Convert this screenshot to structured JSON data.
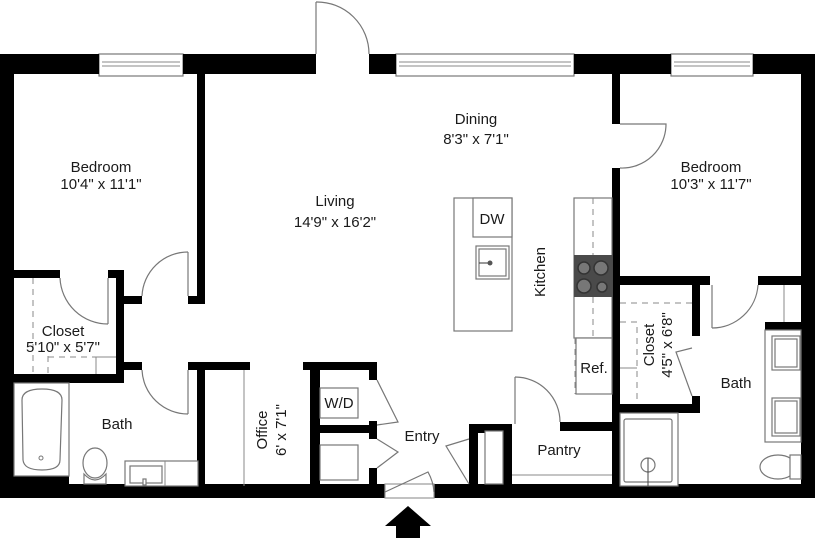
{
  "plan": {
    "rooms": {
      "bedroom_left": {
        "name": "Bedroom",
        "dims": "10'4\" x 11'1\""
      },
      "living": {
        "name": "Living",
        "dims": "14'9\" x 16'2\""
      },
      "dining": {
        "name": "Dining",
        "dims": "8'3\" x 7'1\""
      },
      "bedroom_right": {
        "name": "Bedroom",
        "dims": "10'3\" x 11'7\""
      },
      "closet_left": {
        "name": "Closet",
        "dims": "5'10\" x 5'7\""
      },
      "bath_left": {
        "name": "Bath"
      },
      "office": {
        "name": "Office",
        "dims": "6' x 7'1\""
      },
      "entry": {
        "name": "Entry"
      },
      "pantry": {
        "name": "Pantry"
      },
      "kitchen": {
        "name": "Kitchen"
      },
      "closet_right": {
        "name": "Closet",
        "dims": "4'5\" x 6'8\""
      },
      "bath_right": {
        "name": "Bath"
      }
    },
    "appliances": {
      "dishwasher": "DW",
      "washer_dryer": "W/D",
      "refrigerator": "Ref."
    },
    "entrance_marker": "entrance-arrow",
    "colors": {
      "wall": "#000000",
      "fixture_line": "#777777",
      "stove": "#4a4a4a",
      "background": "#ffffff"
    }
  }
}
